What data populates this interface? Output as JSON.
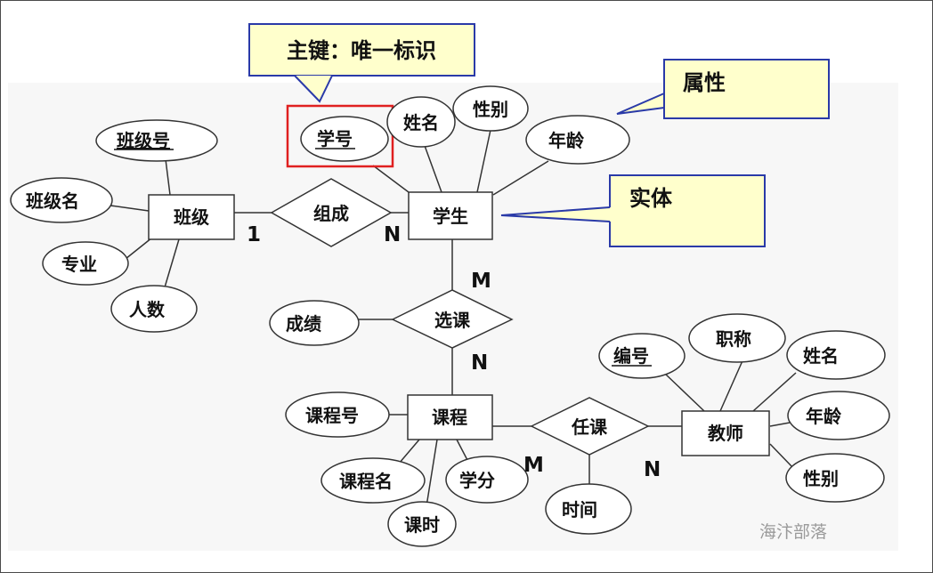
{
  "colors": {
    "callout_fill": "#ffffcc",
    "callout_border": "#2a3aa8",
    "key_highlight": "#e02020",
    "watermark": "#9a9a9a",
    "stroke": "#333333"
  },
  "callouts": {
    "primary_key": "主键：唯一标识",
    "attribute": "属性",
    "entity": "实体"
  },
  "entities": {
    "class": "班级",
    "student": "学生",
    "course": "课程",
    "teacher": "教师"
  },
  "relationships": {
    "compose": "组成",
    "select": "选课",
    "teach": "任课"
  },
  "attributes": {
    "class_no": "班级号",
    "class_name": "班级名",
    "major": "专业",
    "headcount": "人数",
    "student_no": "学号",
    "student_name": "姓名",
    "student_gender": "性别",
    "student_age": "年龄",
    "grade": "成绩",
    "course_no": "课程号",
    "course_name": "课程名",
    "credit": "学分",
    "hours": "课时",
    "time": "时间",
    "teacher_no": "编号",
    "title": "职称",
    "teacher_name": "姓名",
    "teacher_age": "年龄",
    "teacher_gender": "性别"
  },
  "cardinalities": {
    "class_side": "1",
    "student_compose": "N",
    "student_select": "M",
    "course_select": "N",
    "course_teach": "M",
    "teacher_teach": "N"
  },
  "watermark": "海汴部落"
}
